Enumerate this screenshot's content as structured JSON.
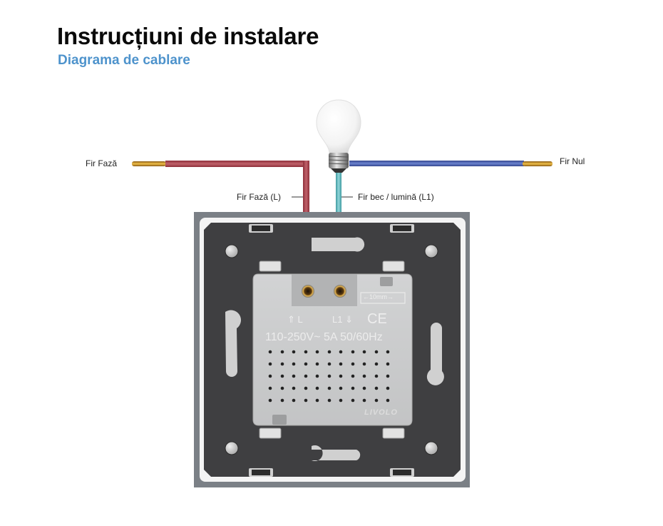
{
  "header": {
    "title": "Instrucțiuni de instalare",
    "subtitle": "Diagrama de cablare"
  },
  "labels": {
    "phase_wire": "Fir Fază",
    "neutral_wire": "Fir Nul",
    "phase_wire_l": "Fir Fază (L)",
    "bulb_wire_l1": "Fir bec / lumină (L1)"
  },
  "module": {
    "terminal_l": "L",
    "terminal_l1": "L1",
    "strip_length": "←10mm→",
    "rating": "110-250V~ 5A 50/60Hz",
    "certification": "CE",
    "brand": "LIVOLO"
  },
  "colors": {
    "phase_wire": "#a8454f",
    "neutral_wire": "#4c66b5",
    "bulb_wire": "#6cbcc0",
    "copper": "#d39a2a",
    "plate_frame": "#7b8086",
    "plate_body": "#3f3f41",
    "module": "#c9cacb",
    "subtitle": "#4e93cc"
  }
}
